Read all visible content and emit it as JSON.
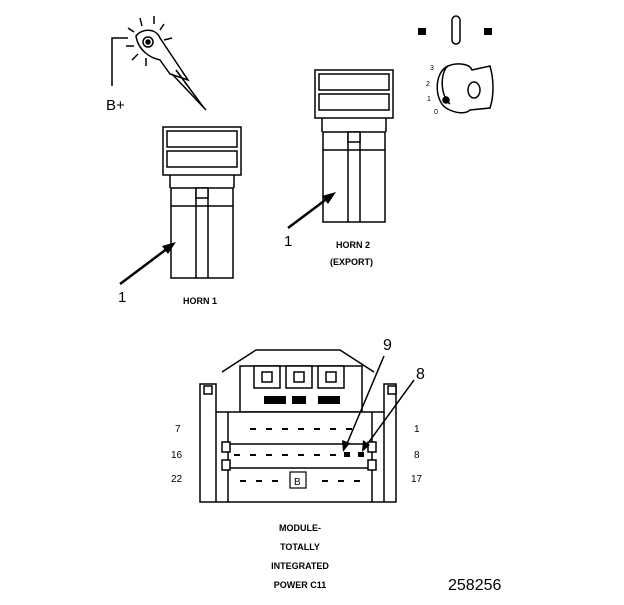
{
  "diagram": {
    "battery_label": "B+",
    "horn1": {
      "label": "HORN 1",
      "callout": "1"
    },
    "horn2": {
      "label_line1": "HORN 2",
      "label_line2": "(EXPORT)",
      "callout": "1"
    },
    "ignition": {
      "positions": [
        "3",
        "2",
        "1",
        "0"
      ]
    },
    "connector": {
      "callout_left": "9",
      "callout_right": "8",
      "row_labels_left": [
        "7",
        "16",
        "22"
      ],
      "row_labels_right": [
        "1",
        "8",
        "17"
      ],
      "key_letter": "B",
      "caption": [
        "MODULE-",
        "TOTALLY",
        "INTEGRATED",
        "POWER C11"
      ]
    },
    "figure_number": "258256"
  }
}
